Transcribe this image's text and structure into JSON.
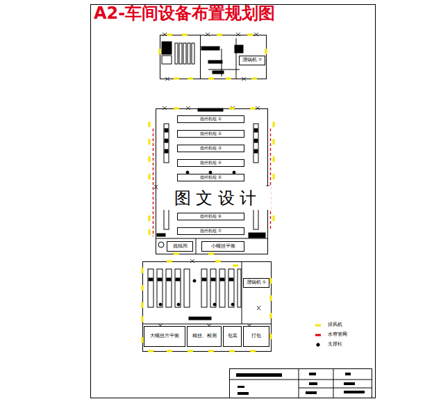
{
  "diagram": {
    "title": "A2-车间设备布置规划图",
    "nodes": [
      {
        "text": [
          "溜锅机 ⑦"
        ]
      },
      {
        "text": [
          "捻丝机组 ①"
        ]
      },
      {
        "text": [
          "捻丝机组 ②"
        ]
      },
      {
        "text": [
          "捻丝机组 ③"
        ]
      },
      {
        "text": [
          "捻丝机组 ④"
        ]
      },
      {
        "text": [
          "捻丝机组 ⑤"
        ]
      },
      {
        "text": [
          "捻丝机组 ⑥"
        ]
      },
      {
        "text": [
          "捻丝机组 ⑦"
        ]
      },
      {
        "text": [
          "捻线间"
        ]
      },
      {
        "text": [
          "小螺丝平衡"
        ]
      },
      {
        "text": [
          "溜锅机 ①"
        ]
      },
      {
        "text": [
          "大螺丝片平衡"
        ]
      },
      {
        "text": [
          "精丝、检测"
        ]
      },
      {
        "text": [
          "包装"
        ]
      },
      {
        "text": [
          "打包"
        ]
      }
    ],
    "labels": [
      "图 文 设 计"
    ],
    "legend": [
      {
        "text": "排风机",
        "color": "#f2e600"
      },
      {
        "text": "水帘管网",
        "color": "#e00000"
      },
      {
        "text": "支撑柱"
      }
    ]
  }
}
